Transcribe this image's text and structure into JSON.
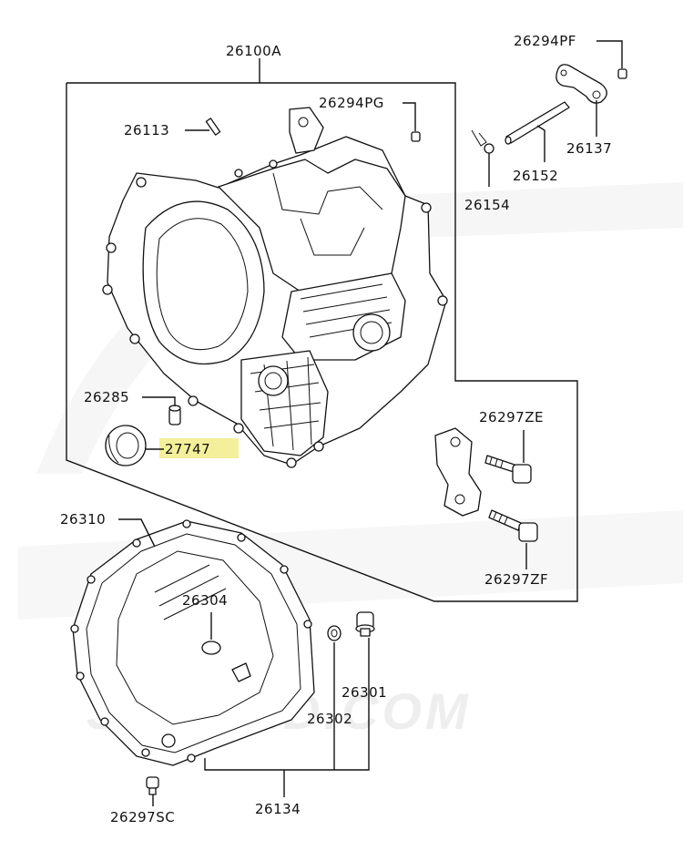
{
  "watermark": {
    "text": "SOUPED.COM",
    "color": "#eeeeee"
  },
  "highlight_color": "#f4ef9a",
  "callouts": {
    "c26100A": "26100A",
    "c26294PF": "26294PF",
    "c26294PG": "26294PG",
    "c26113": "26113",
    "c26137": "26137",
    "c26152": "26152",
    "c26154": "26154",
    "c26285": "26285",
    "c27747": "27747",
    "c26297ZE": "26297ZE",
    "c26297ZF": "26297ZF",
    "c26310": "26310",
    "c26304": "26304",
    "c26301": "26301",
    "c26302": "26302",
    "c26134": "26134",
    "c26297SC": "26297SC"
  }
}
